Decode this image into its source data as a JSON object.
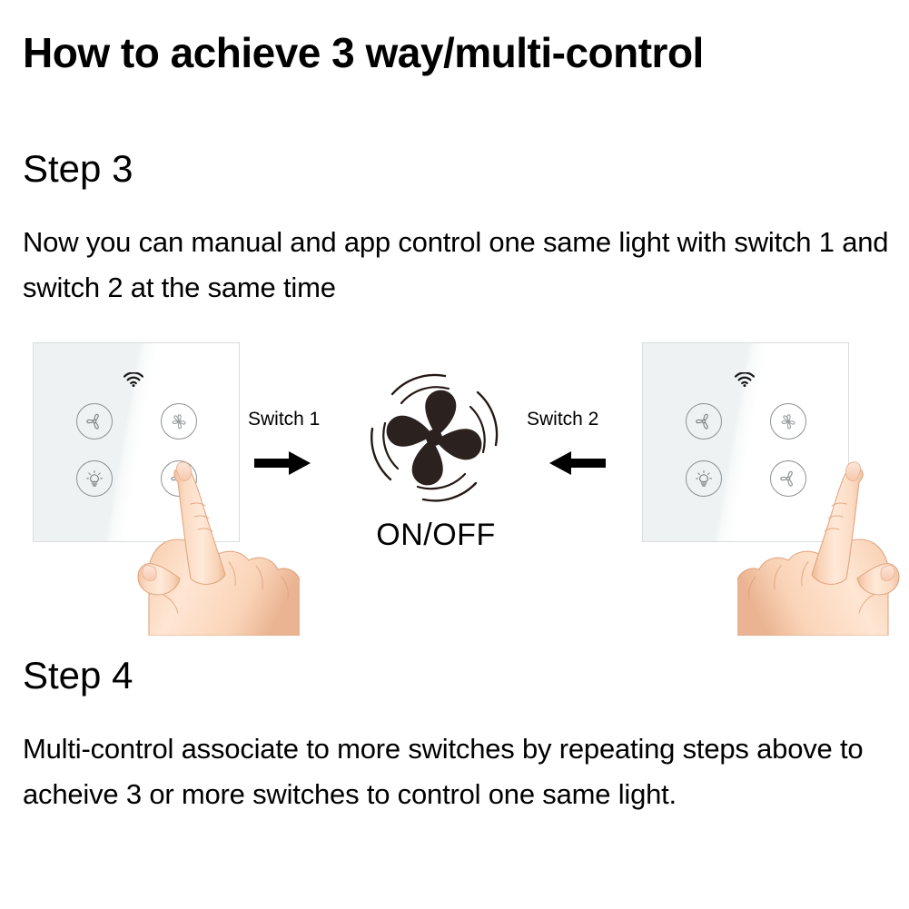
{
  "page": {
    "title": "How to achieve 3 way/multi-control",
    "background_color": "#ffffff",
    "text_color": "#000000"
  },
  "steps": [
    {
      "heading": "Step 3",
      "body": "Now you can manual and app control one same light with switch 1 and switch 2 at the same time"
    },
    {
      "heading": "Step 4",
      "body": "Multi-control associate to more switches by repeating steps above to acheive 3 or more switches to control one same light."
    }
  ],
  "diagram": {
    "left_panel": {
      "name": "Switch 1 panel",
      "wifi_icon": "wifi-icon",
      "glass_color": "#eef2f2",
      "border_color": "#d9dddd",
      "buttons": [
        {
          "icon": "fan-3-blade-icon",
          "position": "top-left"
        },
        {
          "icon": "fan-5-blade-icon",
          "position": "top-right"
        },
        {
          "icon": "light-bulb-icon",
          "position": "bottom-left"
        },
        {
          "icon": "fan-3-blade-icon",
          "position": "bottom-right",
          "pressed": true
        }
      ],
      "hand": "hand-pointing-icon"
    },
    "right_panel": {
      "name": "Switch 2 panel",
      "wifi_icon": "wifi-icon",
      "glass_color": "#eef2f2",
      "border_color": "#d9dddd",
      "buttons": [
        {
          "icon": "fan-3-blade-icon",
          "position": "top-left"
        },
        {
          "icon": "fan-5-blade-icon",
          "position": "top-right"
        },
        {
          "icon": "light-bulb-icon",
          "position": "bottom-left"
        },
        {
          "icon": "fan-3-blade-icon",
          "position": "bottom-right",
          "pressed": true
        }
      ],
      "hand": "hand-pointing-icon"
    },
    "center": {
      "icon": "fan-4-blade-spinning-icon",
      "fan_color": "#2b2220",
      "label": "ON/OFF"
    },
    "switch1": {
      "label": "Switch 1",
      "arrow": "arrow-right-icon"
    },
    "switch2": {
      "label": "Switch 2",
      "arrow": "arrow-left-icon"
    }
  }
}
